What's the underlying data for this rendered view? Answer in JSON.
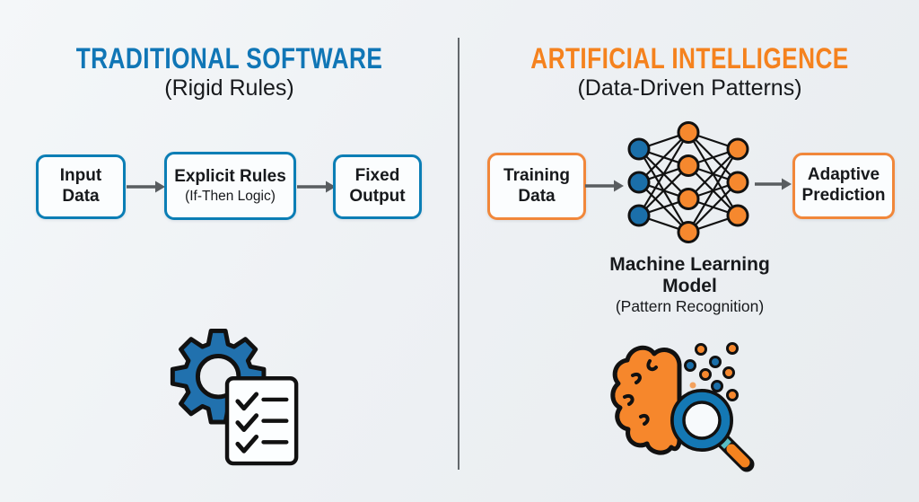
{
  "colors": {
    "blue": "#1076b6",
    "orange": "#f5821e",
    "blue_border": "#0b7eb5",
    "orange_border": "#f1873a",
    "node_blue": "#1b6fa9",
    "node_orange": "#f6882e",
    "arrow_gray": "#595d60",
    "text_dark": "#17191c",
    "gear_blue": "#2171ae",
    "brain_orange": "#f6872c",
    "magnifier_blue": "#1478b4",
    "handle_orange": "#f5831f"
  },
  "left": {
    "title": "TRADITIONAL SOFTWARE",
    "subtitle": "(Rigid Rules)",
    "flow": {
      "input": "Input\nData",
      "rules_title": "Explicit Rules",
      "rules_sub": "(If-Then Logic)",
      "output": "Fixed\nOutput"
    },
    "icon": "gear-checklist"
  },
  "right": {
    "title": "ARTIFICIAL INTELLIGENCE",
    "subtitle": "(Data-Driven Patterns)",
    "flow": {
      "input": "Training\nData",
      "output": "Adaptive\nPrediction"
    },
    "model_label": "Machine Learning\nModel",
    "model_sublabel": "(Pattern Recognition)",
    "network": {
      "layers": [
        {
          "nodes": 3,
          "color": "node_blue"
        },
        {
          "nodes": 4,
          "color": "node_orange"
        },
        {
          "nodes": 3,
          "color": "node_orange"
        }
      ]
    },
    "icon": "brain-magnifier-dots"
  }
}
